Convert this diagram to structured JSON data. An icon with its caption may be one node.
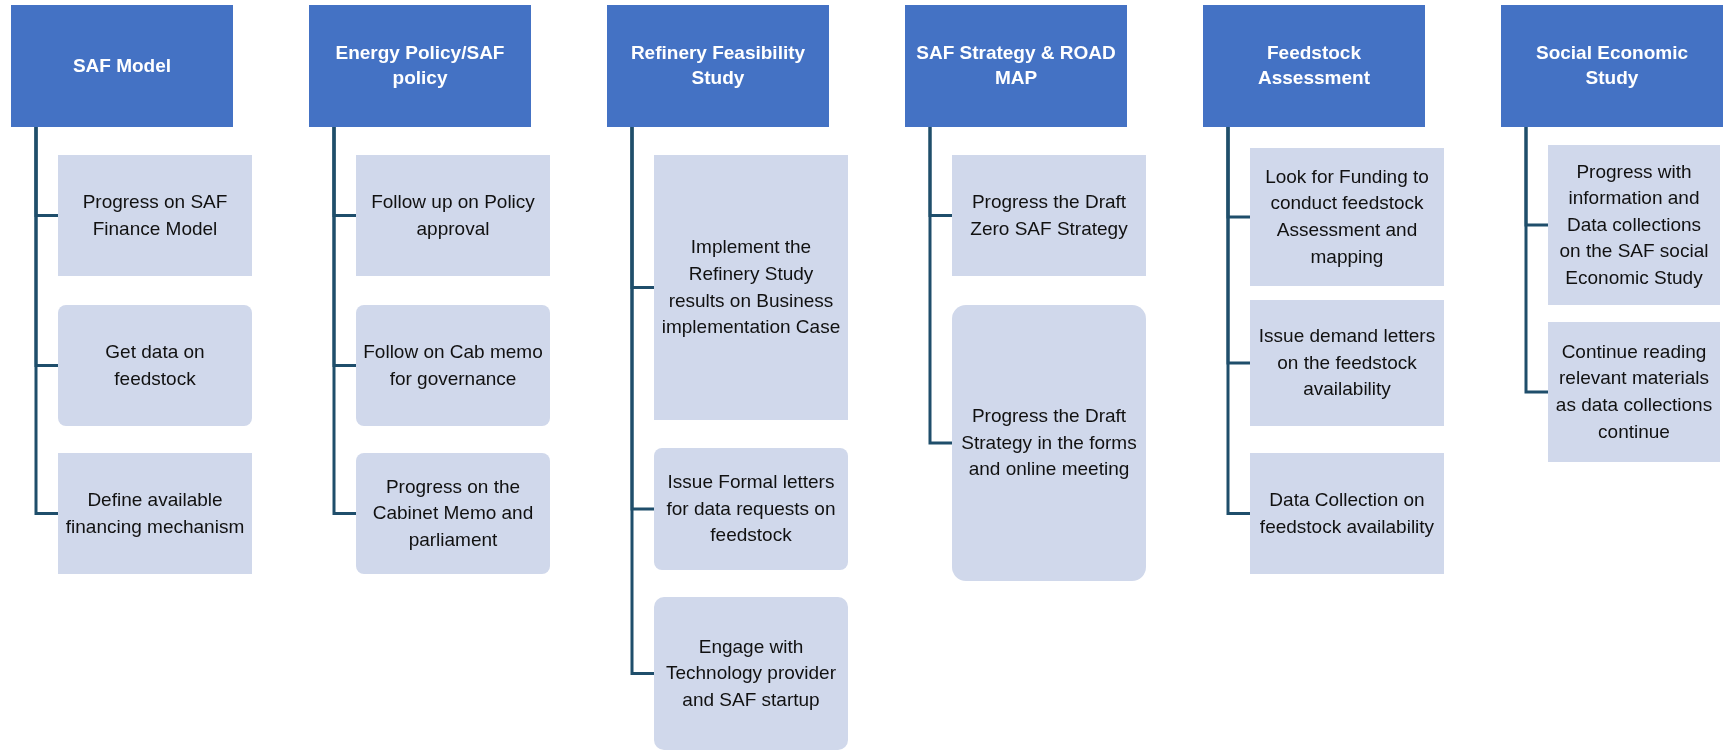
{
  "diagram": {
    "nodes": [
      {
        "text": [
          "SAF Model"
        ]
      },
      {
        "text": [
          "Progress on SAF Finance Model"
        ]
      },
      {
        "text": [
          "Get data on feedstock"
        ]
      },
      {
        "text": [
          "Define available financing mechanism"
        ]
      },
      {
        "text": [
          "Energy Policy/SAF policy"
        ]
      },
      {
        "text": [
          "Follow up on Policy approval"
        ]
      },
      {
        "text": [
          "Follow on Cab memo for governance"
        ]
      },
      {
        "text": [
          "Progress on the Cabinet Memo and parliament"
        ]
      },
      {
        "text": [
          "Refinery Feasibility Study"
        ]
      },
      {
        "text": [
          "Implement the Refinery Study results on Business implementation Case"
        ]
      },
      {
        "text": [
          "Issue Formal letters for data requests on feedstock"
        ]
      },
      {
        "text": [
          "Engage with Technology provider and SAF startup"
        ]
      },
      {
        "text": [
          "SAF Strategy & ROAD MAP"
        ]
      },
      {
        "text": [
          "Progress the Draft Zero SAF Strategy"
        ]
      },
      {
        "text": [
          "Progress the Draft Strategy in the forms and online meeting"
        ]
      },
      {
        "text": [
          "Feedstock Assessment"
        ]
      },
      {
        "text": [
          "Look for Funding to conduct feedstock Assessment and mapping"
        ]
      },
      {
        "text": [
          "Issue demand letters on the feedstock availability"
        ]
      },
      {
        "text": [
          "Data Collection on feedstock availability"
        ]
      },
      {
        "text": [
          "Social Economic Study"
        ]
      },
      {
        "text": [
          "Progress with information and Data collections on the SAF social Economic Study"
        ]
      },
      {
        "text": [
          "Continue reading relevant materials as data collections continue"
        ]
      }
    ],
    "edges": [
      {
        "from": 0,
        "to": 1,
        "arrow": "none"
      },
      {
        "from": 0,
        "to": 2,
        "arrow": "none"
      },
      {
        "from": 0,
        "to": 3,
        "arrow": "none"
      },
      {
        "from": 4,
        "to": 5,
        "arrow": "none"
      },
      {
        "from": 4,
        "to": 6,
        "arrow": "none"
      },
      {
        "from": 4,
        "to": 7,
        "arrow": "none"
      },
      {
        "from": 8,
        "to": 9,
        "arrow": "none"
      },
      {
        "from": 8,
        "to": 10,
        "arrow": "none"
      },
      {
        "from": 8,
        "to": 11,
        "arrow": "none"
      },
      {
        "from": 12,
        "to": 13,
        "arrow": "none"
      },
      {
        "from": 12,
        "to": 14,
        "arrow": "none"
      },
      {
        "from": 15,
        "to": 16,
        "arrow": "none"
      },
      {
        "from": 15,
        "to": 17,
        "arrow": "none"
      },
      {
        "from": 15,
        "to": 18,
        "arrow": "none"
      },
      {
        "from": 19,
        "to": 20,
        "arrow": "none"
      },
      {
        "from": 19,
        "to": 21,
        "arrow": "none"
      }
    ]
  }
}
